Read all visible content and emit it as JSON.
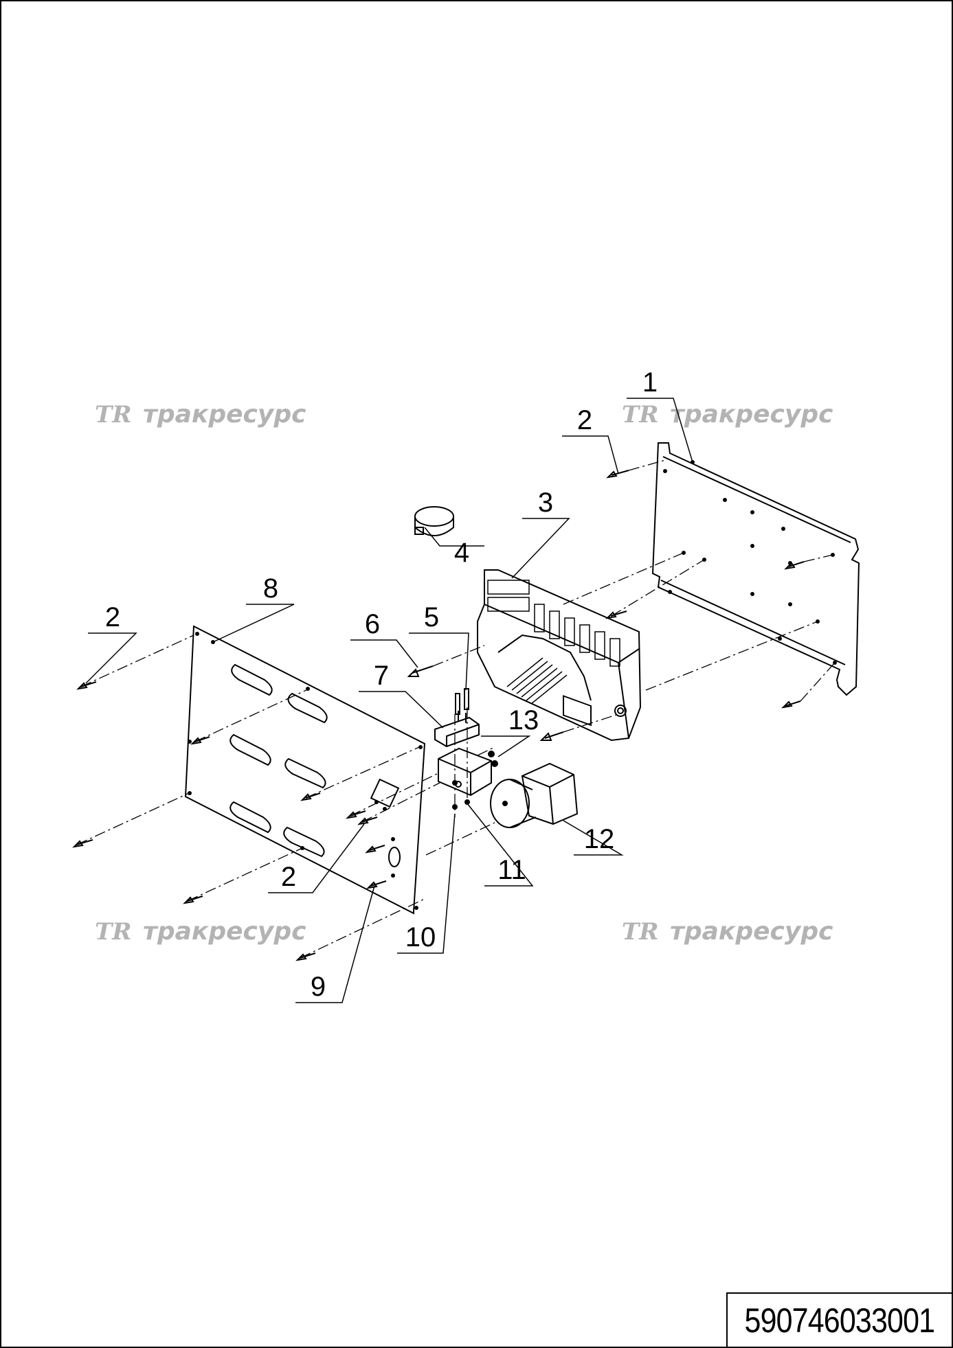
{
  "document_number": "590746033001",
  "watermark": {
    "logo": "TR",
    "text": "тракресурс"
  },
  "callouts": {
    "c1": "1",
    "c2a": "2",
    "c2b": "2",
    "c2c": "2",
    "c3": "3",
    "c4": "4",
    "c5": "5",
    "c6": "6",
    "c7": "7",
    "c8": "8",
    "c9": "9",
    "c10": "10",
    "c11": "11",
    "c12": "12",
    "c13": "13"
  }
}
